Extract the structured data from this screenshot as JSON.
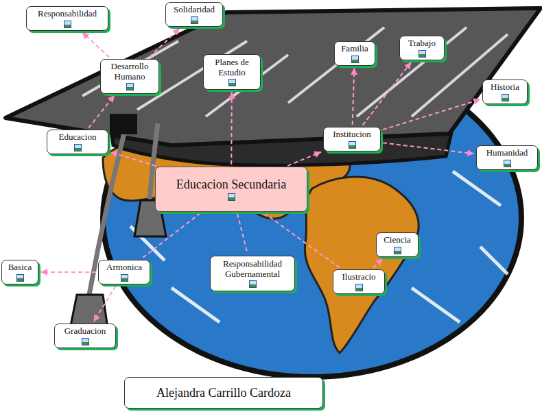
{
  "diagram": {
    "nodes": [
      {
        "text": [
          "Responsabilidad"
        ]
      },
      {
        "text": [
          "Solidaridad"
        ]
      },
      {
        "text": [
          "Desarrollo Humano"
        ]
      },
      {
        "text": [
          "Planes de Estudio"
        ]
      },
      {
        "text": [
          "Familia"
        ]
      },
      {
        "text": [
          "Trabajo"
        ]
      },
      {
        "text": [
          "Historia"
        ]
      },
      {
        "text": [
          "Educacion"
        ]
      },
      {
        "text": [
          "Institucion"
        ]
      },
      {
        "text": [
          "Humanidad"
        ]
      },
      {
        "text": [
          "Educacion Secundaria"
        ]
      },
      {
        "text": [
          "Ciencia"
        ]
      },
      {
        "text": [
          "Basica"
        ]
      },
      {
        "text": [
          "Armonica"
        ]
      },
      {
        "text": [
          "Responsabilidad Gubernamental"
        ]
      },
      {
        "text": [
          "Ilustracio"
        ]
      },
      {
        "text": [
          "Graduacion"
        ]
      },
      {
        "text": [
          "Alejandra Carrillo Cardoza"
        ]
      }
    ],
    "edges": [
      {
        "from": 10,
        "to": 7,
        "arrow": "to"
      },
      {
        "from": 7,
        "to": 2,
        "arrow": "to"
      },
      {
        "from": 2,
        "to": 0,
        "arrow": "to"
      },
      {
        "from": 2,
        "to": 1,
        "arrow": "to"
      },
      {
        "from": 10,
        "to": 3,
        "arrow": "to"
      },
      {
        "from": 10,
        "to": 8,
        "arrow": "to"
      },
      {
        "from": 8,
        "to": 4,
        "arrow": "to"
      },
      {
        "from": 8,
        "to": 5,
        "arrow": "to"
      },
      {
        "from": 8,
        "to": 6,
        "arrow": "to"
      },
      {
        "from": 8,
        "to": 9,
        "arrow": "to"
      },
      {
        "from": 10,
        "to": 13,
        "arrow": "none"
      },
      {
        "from": 13,
        "to": 12,
        "arrow": "to"
      },
      {
        "from": 13,
        "to": 16,
        "arrow": "to"
      },
      {
        "from": 10,
        "to": 14,
        "arrow": "none"
      },
      {
        "from": 10,
        "to": 15,
        "arrow": "none"
      },
      {
        "from": 15,
        "to": 11,
        "arrow": "to"
      }
    ]
  }
}
